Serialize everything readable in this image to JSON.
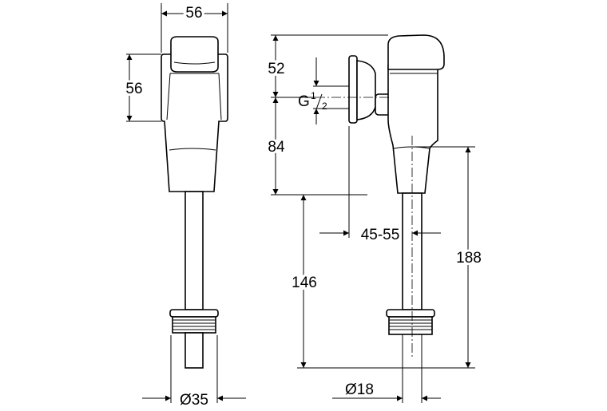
{
  "diagram": {
    "front_view": {
      "width_label": "56",
      "height_label": "56",
      "pipe_diameter_label": "Ø35"
    },
    "side_view": {
      "top_label": "52",
      "thread_label_g": "G",
      "thread_label_num": "1",
      "thread_label_den": "2",
      "body_label": "84",
      "wall_offset_label": "45-55",
      "lower_label": "146",
      "total_label": "188",
      "pipe_diameter_label": "Ø18"
    }
  }
}
